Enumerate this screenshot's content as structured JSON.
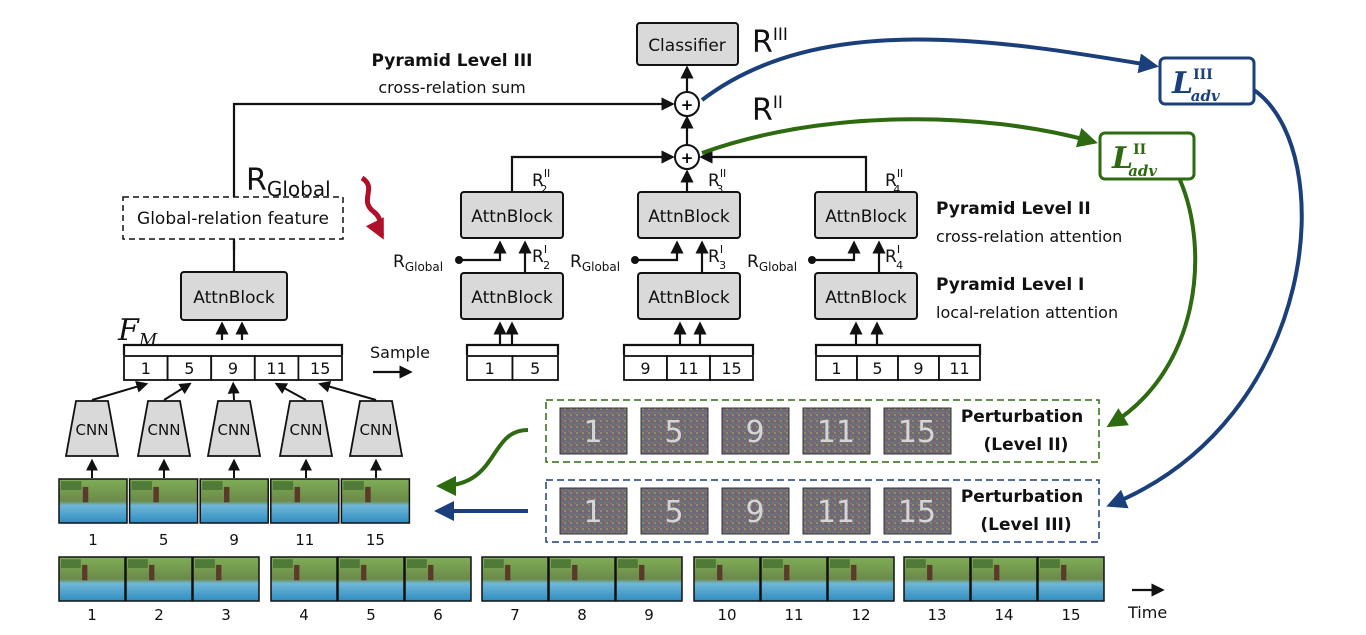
{
  "classifier": "Classifier",
  "r3": "R",
  "r3_sup": "III",
  "r2": "R",
  "r2_sup": "II",
  "pyramid3": {
    "title": "Pyramid Level III",
    "sub": "cross-relation sum"
  },
  "pyramid2": {
    "title": "Pyramid Level II",
    "sub": "cross-relation attention"
  },
  "pyramid1": {
    "title": "Pyramid Level I",
    "sub": "local-relation attention"
  },
  "global_feature": "Global-relation feature",
  "r_global": "R",
  "r_global_sub": "Global",
  "attn": "AttnBlock",
  "fm": "F",
  "fm_sub": "M",
  "cnn": "CNN",
  "sample": "Sample",
  "time": "Time",
  "plus": "+",
  "ladv": "L",
  "ladv_sub": "adv",
  "ladv3_sup": "III",
  "ladv2_sup": "II",
  "r2_labels": [
    {
      "sup": "II",
      "sub": "2"
    },
    {
      "sup": "II",
      "sub": "3"
    },
    {
      "sup": "II",
      "sub": "4"
    }
  ],
  "r1_labels": [
    {
      "sup": "I",
      "sub": "2"
    },
    {
      "sup": "I",
      "sub": "3"
    },
    {
      "sup": "I",
      "sub": "4"
    }
  ],
  "sampled_frames": [
    "1",
    "5",
    "9",
    "11",
    "15"
  ],
  "group2_frames": [
    "1",
    "5"
  ],
  "group3_frames": [
    "9",
    "11",
    "15"
  ],
  "group4_frames": [
    "1",
    "5",
    "9",
    "11"
  ],
  "perturbation2": {
    "title": "Perturbation",
    "level": "(Level II)",
    "frames": [
      "1",
      "5",
      "9",
      "11",
      "15"
    ]
  },
  "perturbation3": {
    "title": "Perturbation",
    "level": "(Level III)",
    "frames": [
      "1",
      "5",
      "9",
      "11",
      "15"
    ]
  },
  "timeline": [
    "1",
    "2",
    "3",
    "4",
    "5",
    "6",
    "7",
    "8",
    "9",
    "10",
    "11",
    "12",
    "13",
    "14",
    "15"
  ],
  "colors": {
    "blue": "#1a3f7a",
    "green": "#2e6a10",
    "red": "#b0102a",
    "box": "#d9d9d9"
  }
}
